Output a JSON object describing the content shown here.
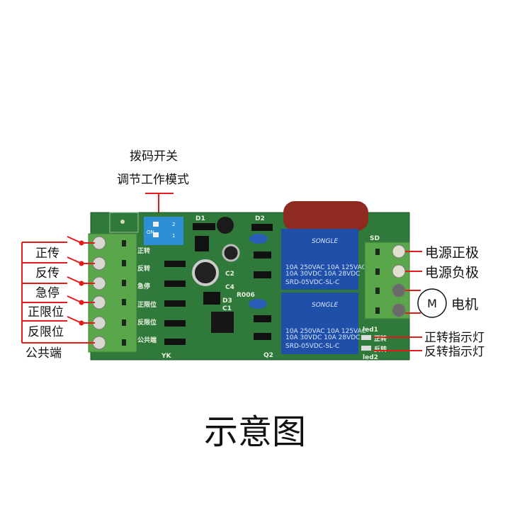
{
  "dip_switch": {
    "label_line1": "拨码开关",
    "label_line2": "调节工作模式",
    "on_mark": "ON",
    "positions": [
      "1",
      "2"
    ]
  },
  "left_terminals": [
    {
      "label": "正传",
      "silk": "正转"
    },
    {
      "label": "反传",
      "silk": "反转"
    },
    {
      "label": "急停",
      "silk": "急停"
    },
    {
      "label": "正限位",
      "silk": "正限位"
    },
    {
      "label": "反限位",
      "silk": "反限位"
    },
    {
      "label": "公共端",
      "silk": "公共端"
    }
  ],
  "right_terminals": {
    "power_pos": "电源正极",
    "power_neg": "电源负极",
    "motor_symbol": "M",
    "motor": "电机"
  },
  "indicators": {
    "forward": "正转指示灯",
    "reverse": "反转指示灯",
    "silk_forward": "正转",
    "silk_reverse": "反转",
    "led1": "led1",
    "led2": "led2"
  },
  "board_marks": {
    "d1": "D1",
    "d2": "D2",
    "c2": "C2",
    "c4": "C4",
    "d3": "D3",
    "c1": "C1",
    "yk": "YK",
    "q2": "Q2",
    "sd": "SD",
    "r006": "R006"
  },
  "relay": {
    "brand": "SONGLE",
    "rating1": "10A 250VAC  10A 125VAC",
    "rating2": "10A 30VDC  10A 28VDC",
    "model": "SRD-05VDC-SL-C"
  },
  "caption": "示意图",
  "colors": {
    "annotation": "#e51a1a",
    "pcb": "#2f7a3a",
    "terminal": "#5aa64a",
    "relay": "#1f4fa8",
    "capacitor": "#8e2a20"
  }
}
